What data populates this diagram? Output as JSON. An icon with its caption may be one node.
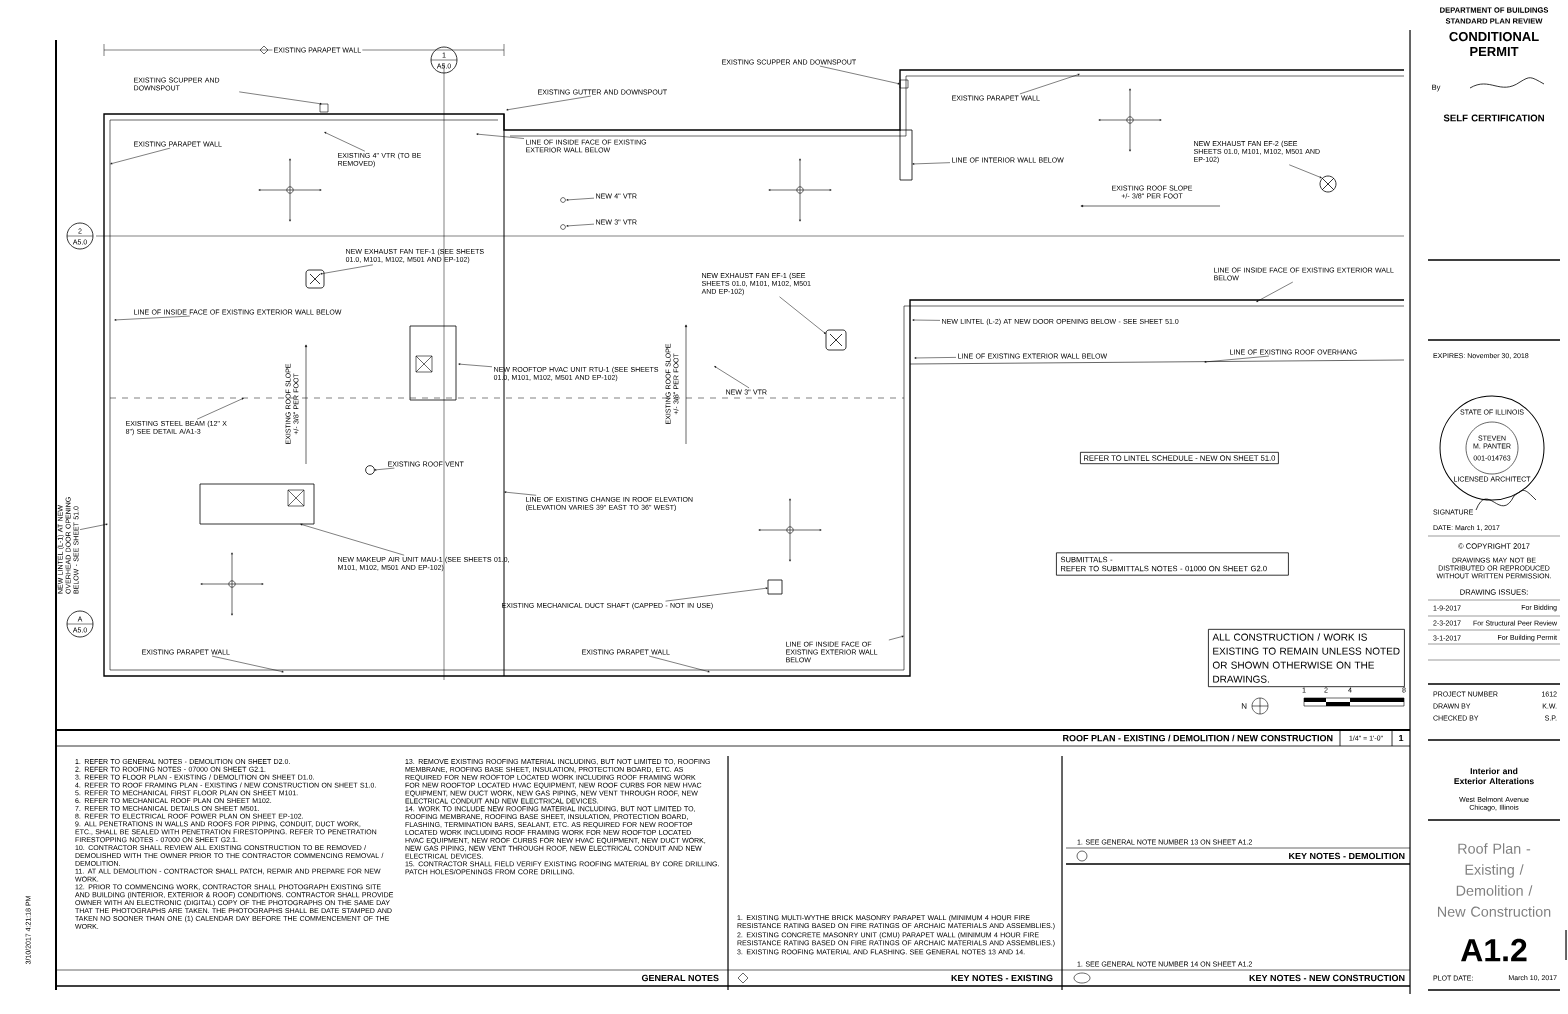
{
  "diagram": {
    "title": "ROOF PLAN - EXISTING / DEMOLITION / NEW CONSTRUCTION",
    "nodes": [
      {
        "text": [
          "EXISTING SCUPPER AND DOWNSPOUT"
        ]
      },
      {
        "text": [
          "EXISTING GUTTER AND DOWNSPOUT"
        ]
      },
      {
        "text": [
          "EXISTING PARAPET WALL"
        ]
      },
      {
        "text": [
          "EXISTING 4\" VTR (TO BE REMOVED)"
        ]
      },
      {
        "text": [
          "LINE OF INSIDE FACE OF EXISTING EXTERIOR WALL BELOW"
        ]
      },
      {
        "text": [
          "NEW 4\" VTR"
        ]
      },
      {
        "text": [
          "NEW 3\" VTR"
        ]
      },
      {
        "text": [
          "NEW EXHAUST FAN TEF-1 (SEE SHEETS 01.0, M101, M102, M501 AND EP-102)"
        ]
      },
      {
        "text": [
          "LINE OF INSIDE FACE OF EXISTING EXTERIOR WALL BELOW"
        ]
      },
      {
        "text": [
          "NEW ROOFTOP HVAC UNIT RTU-1 (SEE SHEETS 01.0, M101, M102, M501 AND EP-102)"
        ]
      },
      {
        "text": [
          "EXISTING STEEL BEAM (12\" X 8\") SEE DETAIL A/A1-3"
        ]
      },
      {
        "text": [
          "EXISTING ROOF VENT"
        ]
      },
      {
        "text": [
          "NEW MAKEUP AIR UNIT MAU-1 (SEE SHEETS 01.0, M101, M102, M501 AND EP-102)"
        ]
      },
      {
        "text": [
          "LINE OF EXISTING CHANGE IN ROOF ELEVATION (ELEVATION VARIES 39\" EAST TO 36\" WEST)"
        ]
      },
      {
        "text": [
          "EXISTING MECHANICAL DUCT SHAFT (CAPPED - NOT IN USE)"
        ]
      },
      {
        "text": [
          "EXISTING PARAPET WALL"
        ]
      },
      {
        "text": [
          "EXISTING PARAPET WALL"
        ]
      },
      {
        "text": [
          "LINE OF INSIDE FACE OF EXISTING EXTERIOR WALL BELOW"
        ]
      },
      {
        "text": [
          "EXISTING SCUPPER AND DOWNSPOUT"
        ]
      },
      {
        "text": [
          "EXISTING PARAPET WALL"
        ]
      },
      {
        "text": [
          "LINE OF INTERIOR WALL BELOW"
        ]
      },
      {
        "text": [
          "NEW EXHAUST FAN EF-2 (SEE SHEETS 01.0, M101, M102, M501 AND EP-102)"
        ]
      },
      {
        "text": [
          "NEW EXHAUST FAN EF-1 (SEE SHEETS 01.0, M101, M102, M501 AND EP-102)"
        ]
      },
      {
        "text": [
          "NEW 3\" VTR"
        ]
      },
      {
        "text": [
          "LINE OF INSIDE FACE OF EXISTING EXTERIOR WALL BELOW"
        ]
      },
      {
        "text": [
          "NEW LINTEL (L-2) AT NEW DOOR OPENING BELOW - SEE SHEET 51.0"
        ]
      },
      {
        "text": [
          "LINE OF EXISTING EXTERIOR WALL BELOW"
        ]
      },
      {
        "text": [
          "LINE OF EXISTING ROOF OVERHANG"
        ]
      },
      {
        "text": [
          "NEW LINTEL (L-1) AT NEW OVERHEAD DOOR OPENING BELOW - SEE SHEET 51.0"
        ]
      },
      {
        "text": [
          "REFER TO LINTEL SCHEDULE - NEW ON SHEET 51.0"
        ]
      },
      {
        "text": [
          "SUBMITTALS -",
          "REFER TO SUBMITTALS NOTES - 01000 ON SHEET G2.0"
        ]
      },
      {
        "text": [
          "ALL CONSTRUCTION / WORK IS EXISTING TO REMAIN UNLESS NOTED OR SHOWN OTHERWISE ON THE DRAWINGS."
        ]
      }
    ],
    "edges": [
      {
        "from": 0,
        "to": null,
        "arrow": "to"
      },
      {
        "from": 1,
        "to": null,
        "arrow": "to"
      },
      {
        "from": 2,
        "to": null,
        "arrow": "to"
      },
      {
        "from": 3,
        "to": null,
        "arrow": "to"
      },
      {
        "from": 4,
        "to": null,
        "arrow": "to"
      },
      {
        "from": 5,
        "to": null,
        "arrow": "to"
      },
      {
        "from": 6,
        "to": null,
        "arrow": "to"
      },
      {
        "from": 7,
        "to": null,
        "arrow": "to"
      },
      {
        "from": 8,
        "to": null,
        "arrow": "to"
      },
      {
        "from": 9,
        "to": null,
        "arrow": "to"
      },
      {
        "from": 10,
        "to": null,
        "arrow": "to"
      },
      {
        "from": 11,
        "to": null,
        "arrow": "to"
      },
      {
        "from": 12,
        "to": null,
        "arrow": "to"
      },
      {
        "from": 13,
        "to": null,
        "arrow": "to"
      },
      {
        "from": 14,
        "to": null,
        "arrow": "to"
      },
      {
        "from": 15,
        "to": null,
        "arrow": "to"
      },
      {
        "from": 16,
        "to": null,
        "arrow": "to"
      },
      {
        "from": 17,
        "to": null,
        "arrow": "to"
      },
      {
        "from": 18,
        "to": null,
        "arrow": "to"
      },
      {
        "from": 19,
        "to": null,
        "arrow": "to"
      },
      {
        "from": 20,
        "to": null,
        "arrow": "to"
      },
      {
        "from": 21,
        "to": null,
        "arrow": "to"
      },
      {
        "from": 22,
        "to": null,
        "arrow": "to"
      },
      {
        "from": 23,
        "to": null,
        "arrow": "to"
      },
      {
        "from": 24,
        "to": null,
        "arrow": "to"
      },
      {
        "from": 25,
        "to": null,
        "arrow": "to"
      },
      {
        "from": 26,
        "to": null,
        "arrow": "to"
      },
      {
        "from": 27,
        "to": null,
        "arrow": "to"
      },
      {
        "from": 28,
        "to": null,
        "arrow": "to"
      }
    ],
    "labels": [
      "EXISTING PARAPET WALL",
      "1",
      "A5.0",
      "2",
      "A5.0",
      "EXISTING ROOF SLOPE +/- 3/8\" PER FOOT",
      "EXISTING ROOF SLOPE +/- 3/8\" PER FOOT",
      "EXISTING ROOF SLOPE +/- 3/8\" PER FOOT",
      "A",
      "A5.0",
      "N",
      "1",
      "2",
      "4",
      "8",
      "1/4\" = 1'-0\"",
      "1",
      "1. REFER TO GENERAL NOTES - DEMOLITION ON SHEET D2.0.",
      "2. REFER TO ROOFING NOTES - 07000 ON SHEET G2.1.",
      "3. REFER TO FLOOR PLAN - EXISTING / DEMOLITION ON SHEET D1.0.",
      "4. REFER TO ROOF FRAMING PLAN - EXISTING / NEW CONSTRUCTION ON SHEET S1.0.",
      "5. REFER TO MECHANICAL FIRST FLOOR PLAN ON SHEET M101.",
      "6. REFER TO MECHANICAL ROOF PLAN ON SHEET M102.",
      "7. REFER TO MECHANICAL DETAILS ON SHEET M501.",
      "8. REFER TO ELECTRICAL ROOF POWER PLAN ON SHEET EP-102.",
      "9. ALL PENETRATIONS IN WALLS AND ROOFS FOR PIPING, CONDUIT, DUCT WORK, ETC., SHALL BE SEALED WITH PENETRATION FIRESTOPPING. REFER TO PENETRATION FIRESTOPPING NOTES - 07000 ON SHEET G2.1.",
      "10. CONTRACTOR SHALL REVIEW ALL EXISTING CONSTRUCTION TO BE REMOVED / DEMOLISHED WITH THE OWNER PRIOR TO THE CONTRACTOR COMMENCING REMOVAL / DEMOLITION.",
      "11. AT ALL DEMOLITION - CONTRACTOR SHALL PATCH, REPAIR AND PREPARE FOR NEW WORK.",
      "12. PRIOR TO COMMENCING WORK, CONTRACTOR SHALL PHOTOGRAPH EXISTING SITE AND BUILDING (INTERIOR, EXTERIOR & ROOF) CONDITIONS. CONTRACTOR SHALL PROVIDE OWNER WITH AN ELECTRONIC (DIGITAL) COPY OF THE PHOTOGRAPHS ON THE SAME DAY THAT THE PHOTOGRAPHS ARE TAKEN. THE PHOTOGRAPHS SHALL BE DATE STAMPED AND TAKEN NO SOONER THAN ONE (1) CALENDAR DAY BEFORE THE COMMENCEMENT OF THE WORK.",
      "13. REMOVE EXISTING ROOFING MATERIAL INCLUDING, BUT NOT LIMITED TO, ROOFING MEMBRANE, ROOFING BASE SHEET, INSULATION, PROTECTION BOARD, ETC. AS REQUIRED FOR NEW ROOFTOP LOCATED WORK INCLUDING ROOF FRAMING WORK FOR NEW ROOFTOP LOCATED HVAC EQUIPMENT, NEW ROOF CURBS FOR NEW HVAC EQUIPMENT, NEW DUCT WORK, NEW GAS PIPING, NEW VENT THROUGH ROOF, NEW ELECTRICAL CONDUIT AND NEW ELECTRICAL DEVICES.",
      "14. WORK TO INCLUDE NEW ROOFING MATERIAL INCLUDING, BUT NOT LIMITED TO, ROOFING MEMBRANE, ROOFING BASE SHEET, INSULATION, PROTECTION BOARD, FLASHING, TERMINATION BARS, SEALANT, ETC. AS REQUIRED FOR NEW ROOFTOP LOCATED WORK INCLUDING ROOF FRAMING WORK FOR NEW ROOFTOP LOCATED HVAC EQUIPMENT, NEW ROOF CURBS FOR NEW HVAC EQUIPMENT, NEW DUCT WORK, NEW GAS PIPING, NEW VENT THROUGH ROOF, NEW ELECTRICAL CONDUIT AND NEW ELECTRICAL DEVICES.",
      "15. CONTRACTOR SHALL FIELD VERIFY EXISTING ROOFING MATERIAL BY CORE DRILLING. PATCH HOLES/OPENINGS FROM CORE DRILLING.",
      "GENERAL NOTES",
      "1. EXISTING MULTI-WYTHE BRICK MASONRY PARAPET WALL (MINIMUM 4 HOUR FIRE RESISTANCE RATING BASED ON FIRE RATINGS OF ARCHAIC MATERIALS AND ASSEMBLIES.)",
      "2. EXISTING CONCRETE MASONRY UNIT (CMU) PARAPET WALL (MINIMUM 4 HOUR FIRE RESISTANCE RATING BASED ON FIRE RATINGS OF ARCHAIC MATERIALS AND ASSEMBLIES.)",
      "3. EXISTING ROOFING MATERIAL AND FLASHING. SEE GENERAL NOTES 13 AND 14.",
      "KEY NOTES - EXISTING",
      "1. SEE GENERAL NOTE NUMBER 13 ON SHEET A1.2",
      "KEY NOTES - DEMOLITION",
      "1. SEE GENERAL NOTE NUMBER 14 ON SHEET A1.2",
      "KEY NOTES - NEW CONSTRUCTION",
      "3/10/2017 4:21:18 PM",
      "DEPARTMENT OF BUILDINGS",
      "STANDARD PLAN REVIEW",
      "CONDITIONAL PERMIT",
      "By",
      "SELF CERTIFICATION",
      "EXPIRES: November 30, 2018",
      "STATE OF ILLINOIS",
      "STEVEN M. PANTER",
      "001-014763",
      "LICENSED ARCHITECT",
      "SIGNATURE",
      "DATE: March 1, 2017",
      "© COPYRIGHT 2017",
      "DRAWINGS MAY NOT BE DISTRIBUTED OR REPRODUCED WITHOUT WRITTEN PERMISSION.",
      "DRAWING ISSUES:",
      "1-9-2017",
      "For Bidding",
      "2-3-2017",
      "For Structural Peer Review",
      "3-1-2017",
      "For Building Permit",
      "PROJECT NUMBER",
      "1612",
      "DRAWN BY",
      "K.W.",
      "CHECKED BY",
      "S.P.",
      "Interior and Exterior Alterations",
      "West Belmont Avenue Chicago, Illinois",
      "Roof Plan - Existing / Demolition / New Construction",
      "A1.2",
      "PLOT DATE:",
      "March 10, 2017"
    ]
  }
}
